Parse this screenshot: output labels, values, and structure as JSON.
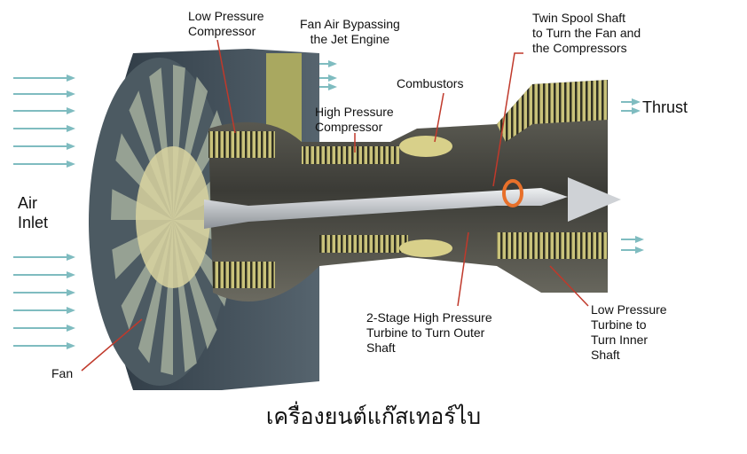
{
  "labels": {
    "low_pressure_compressor": "Low Pressure\nCompressor",
    "fan_air_bypassing": "Fan Air Bypassing\nthe Jet Engine",
    "twin_spool_shaft": "Twin Spool Shaft\nto Turn the Fan and\nthe Compressors",
    "combustors": "Combustors",
    "high_pressure_compressor": "High Pressure\nCompressor",
    "thrust": "Thrust",
    "air_inlet": "Air\nInlet",
    "hp_turbine": "2-Stage High Pressure\nTurbine to Turn Outer\nShaft",
    "lp_turbine": "Low Pressure\nTurbine to\nTurn Inner\nShaft",
    "fan": "Fan"
  },
  "caption": "เครื่องยนต์แก๊สเทอร์ไบ",
  "colors": {
    "arrow": "#7fbcc0",
    "leader": "#c0392b",
    "casing": "#3c4a55",
    "olive": "#b8b46a",
    "core": "#5a5a55",
    "shaft": "#c9ccd0",
    "orange": "#e8702a"
  }
}
